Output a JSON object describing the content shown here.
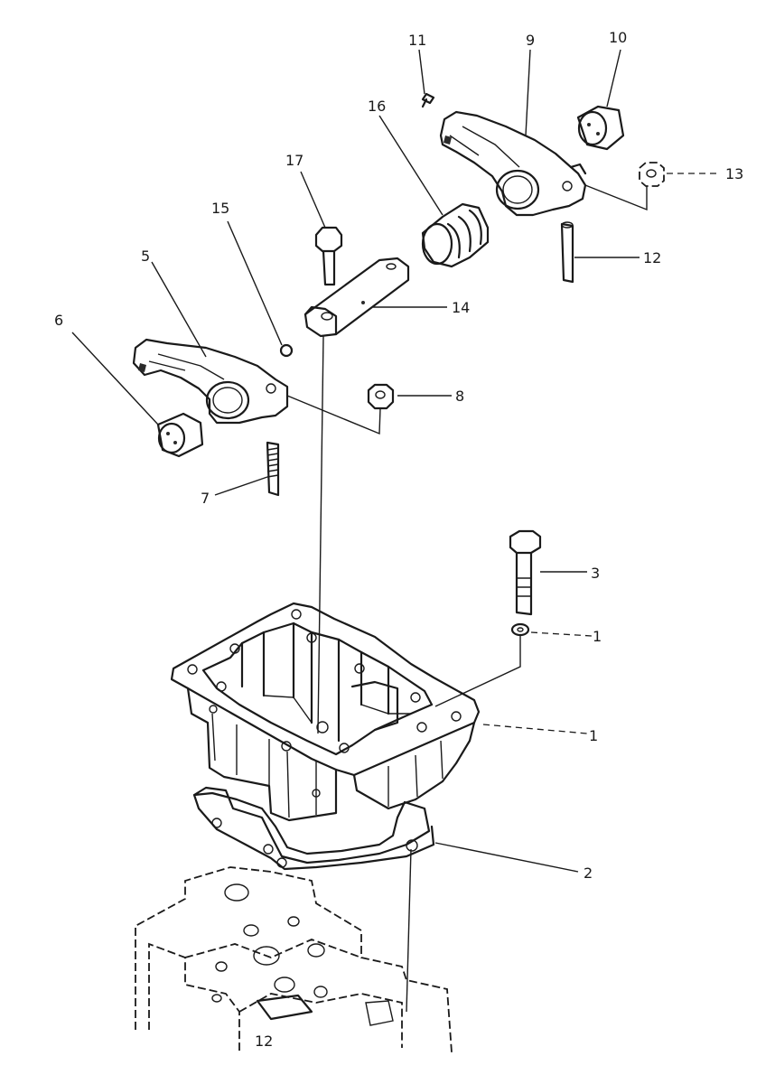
{
  "callouts": {
    "c1": "1",
    "c1b": "1",
    "c2": "2",
    "c3": "3",
    "c5": "5",
    "c6": "6",
    "c7": "7",
    "c8": "8",
    "c9": "9",
    "c10": "10",
    "c11": "11",
    "c12": "12",
    "c13": "13",
    "c14": "14",
    "c15": "15",
    "c16": "16",
    "c17": "17"
  },
  "engraving": "12"
}
